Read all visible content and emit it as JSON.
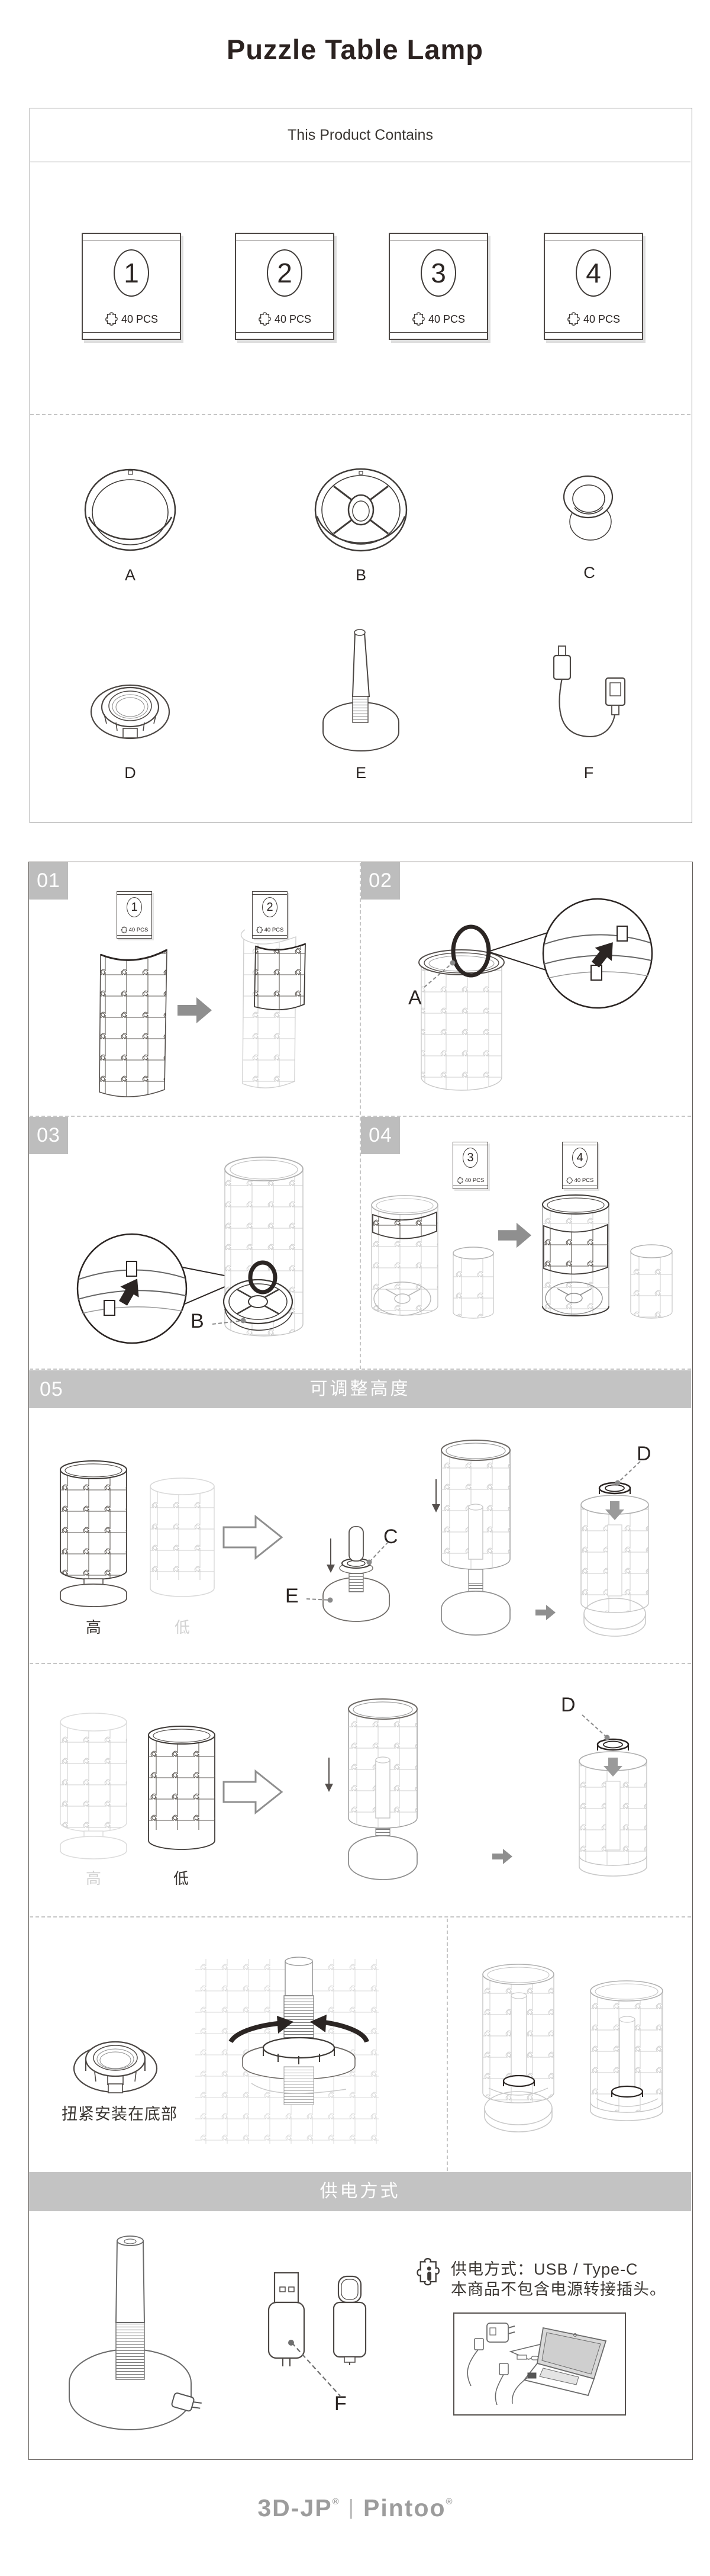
{
  "title": "Puzzle Table Lamp",
  "contents": {
    "header": "This Product Contains",
    "packs": [
      {
        "number": "1",
        "pcs": "40 PCS"
      },
      {
        "number": "2",
        "pcs": "40 PCS"
      },
      {
        "number": "3",
        "pcs": "40 PCS"
      },
      {
        "number": "4",
        "pcs": "40 PCS"
      }
    ],
    "part_labels": {
      "a": "A",
      "b": "B",
      "c": "C",
      "d": "D",
      "e": "E",
      "f": "F"
    }
  },
  "steps": {
    "s01": {
      "badge": "01"
    },
    "s02": {
      "badge": "02",
      "callout": "A"
    },
    "s03": {
      "badge": "03",
      "callout": "B"
    },
    "s04": {
      "badge": "04"
    },
    "s05": {
      "badge": "05",
      "title": "可调整高度"
    }
  },
  "height_rows": {
    "row1": {
      "tall": "高",
      "low": "低",
      "callout_c": "C",
      "callout_d": "D",
      "callout_e": "E"
    },
    "row2": {
      "tall": "高",
      "low": "低",
      "callout_d": "D"
    },
    "row3": {
      "note": "扭紧安装在底部"
    }
  },
  "power": {
    "bar_title": "供电方式",
    "callout_f": "F",
    "info_line1": "供电方式：USB / Type-C",
    "info_line2": "本商品不包含电源转接插头。"
  },
  "footer": {
    "brand_left": "3D-JP",
    "brand_right": "Pintoo",
    "reg": "®",
    "separator": "|"
  }
}
